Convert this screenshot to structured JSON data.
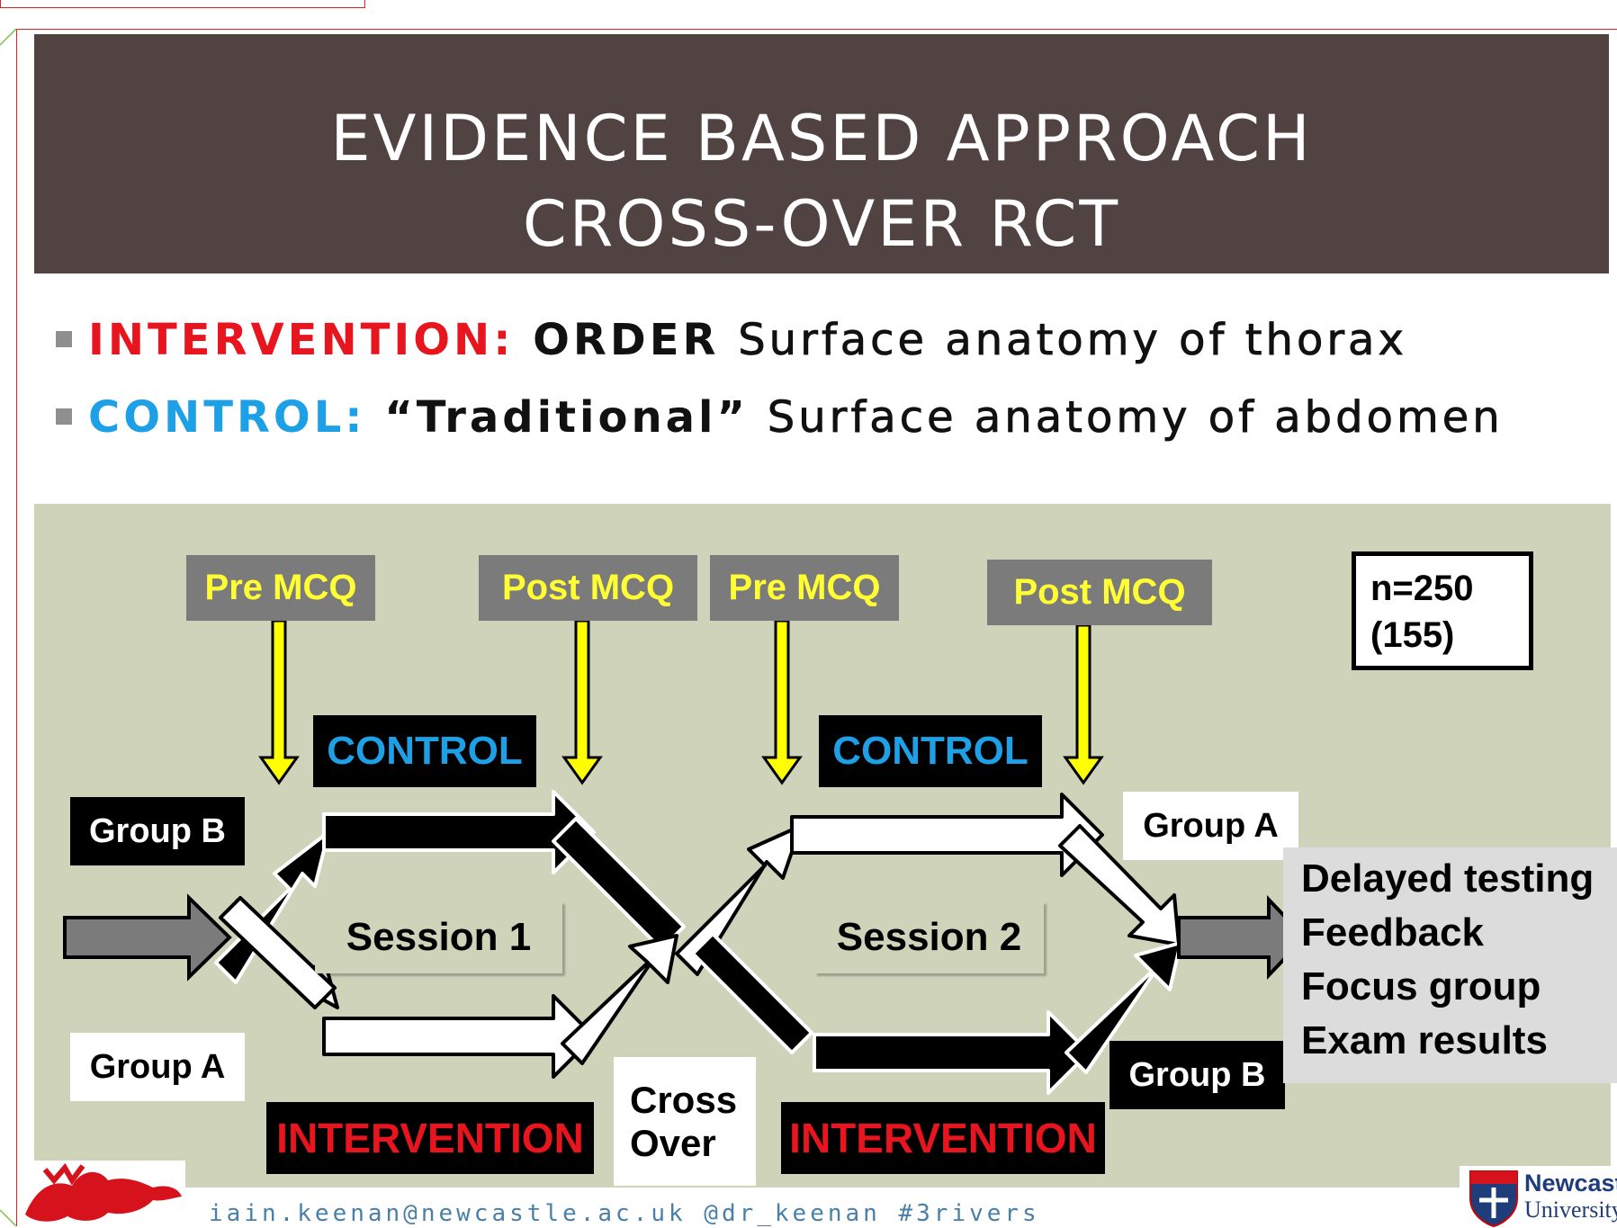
{
  "title": {
    "line1": "EVIDENCE BASED APPROACH",
    "line2": "CROSS-OVER RCT"
  },
  "bullets": [
    {
      "label": "INTERVENTION:",
      "label_color": "#e8141e",
      "rest_bold": "ORDER",
      "rest": "Surface anatomy of thorax"
    },
    {
      "label": "CONTROL:",
      "label_color": "#1ea0e6",
      "rest_bold": "“Traditional”",
      "rest": "Surface anatomy of abdomen"
    }
  ],
  "diagram": {
    "mcq_labels": [
      "Pre MCQ",
      "Post MCQ",
      "Pre MCQ",
      "Post MCQ"
    ],
    "control_label": "CONTROL",
    "intervention_label": "INTERVENTION",
    "group_a": "Group A",
    "group_b": "Group B",
    "session1": "Session 1",
    "session2": "Session 2",
    "crossover_line1": "Cross",
    "crossover_line2": "Over",
    "sample_line1": "n=250",
    "sample_line2": "(155)",
    "outcomes": [
      "Delayed testing",
      "Feedback",
      "Focus group",
      "Exam results"
    ]
  },
  "colors": {
    "title_bg": "#504341",
    "diagram_bg": "#cfd3b9",
    "mcq_text": "#ffff33",
    "control_text": "#1ea0e6",
    "intervention_text": "#e8141e",
    "test_arrow": "#ffff00"
  },
  "footer": "iain.keenan@newcastle.ac.uk @dr_keenan #3rivers",
  "logos": {
    "right_line1": "Newcastle",
    "right_line2": "University"
  }
}
